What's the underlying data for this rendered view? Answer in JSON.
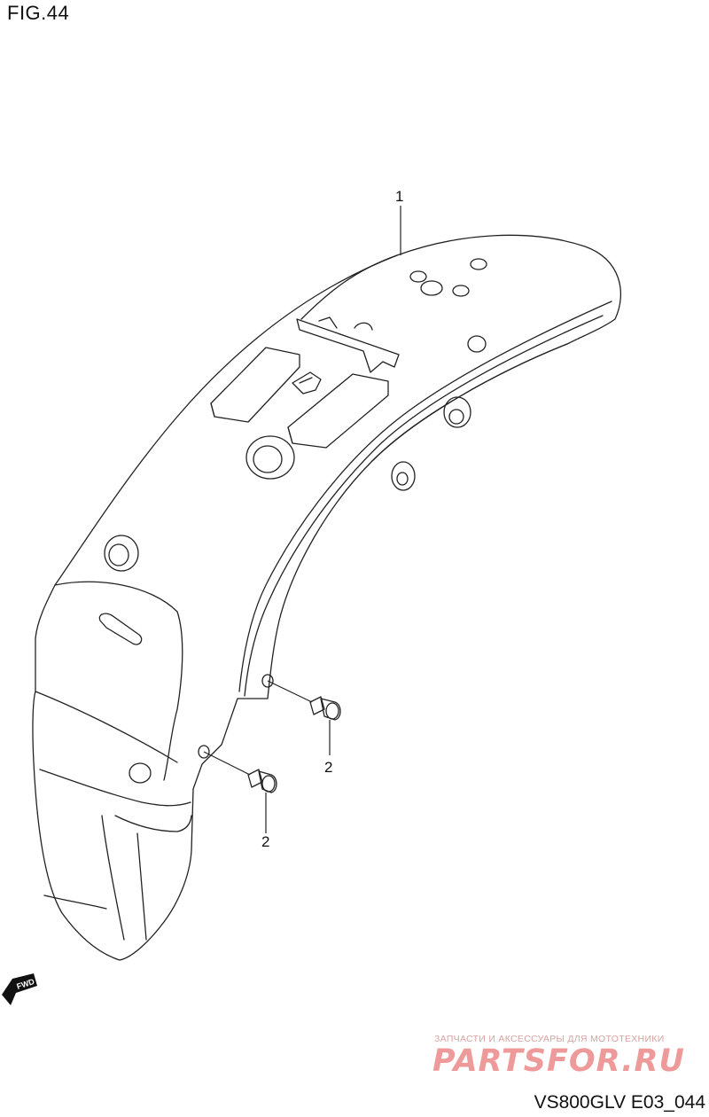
{
  "figure": {
    "title": "FIG.44"
  },
  "callouts": {
    "part1": "1",
    "part2a": "2",
    "part2b": "2"
  },
  "badge": {
    "fwd": "FWD"
  },
  "watermark": {
    "tagline": "ЗАПЧАСТИ И АКСЕССУАРЫ ДЛЯ МОТОТЕХНИКИ",
    "logo_text": "PARTSFOR.RU",
    "color": "#ef9a9a"
  },
  "footer": {
    "code": "VS800GLV E03_044"
  }
}
